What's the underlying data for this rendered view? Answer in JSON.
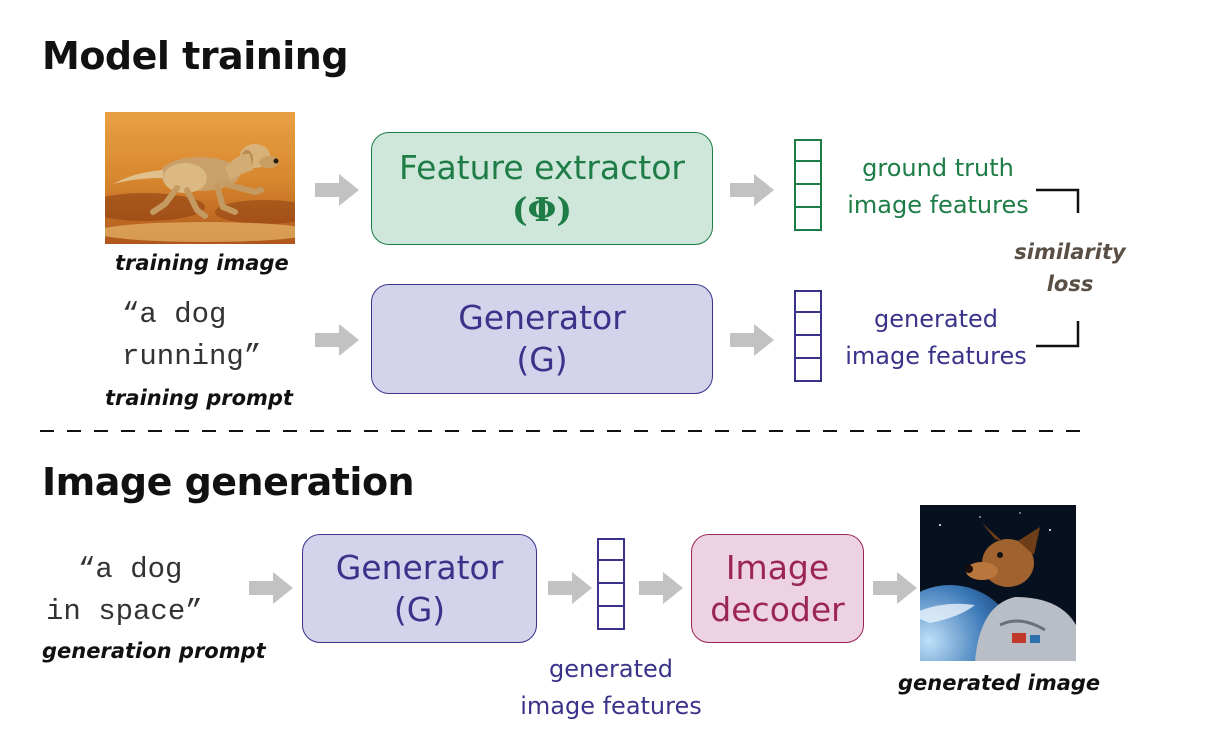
{
  "sections": {
    "training_title": "Model training",
    "generation_title": "Image generation"
  },
  "training": {
    "image_caption": "training image",
    "image_icon": "running-dog-photo",
    "prompt_line1": "“a dog",
    "prompt_line2": "running”",
    "prompt_caption": "training prompt",
    "feature_extractor": {
      "line1": "Feature extractor",
      "line2": "(Φ)"
    },
    "generator": {
      "line1": "Generator",
      "line2": "(G)"
    },
    "gt_features": {
      "line1": "ground truth",
      "line2": "image features"
    },
    "gen_features": {
      "line1": "generated",
      "line2": "image features"
    },
    "loss": {
      "line1": "similarity",
      "line2": "loss"
    }
  },
  "generation": {
    "prompt_line1": "“a dog",
    "prompt_line2": "in space”",
    "prompt_caption": "generation prompt",
    "generator": {
      "line1": "Generator",
      "line2": "(G)"
    },
    "features": {
      "line1": "generated",
      "line2": "image features"
    },
    "decoder": {
      "line1": "Image",
      "line2": "decoder"
    },
    "image_caption": "generated image",
    "image_icon": "astronaut-dog-photo"
  },
  "colors": {
    "feature_green": "#1e7d47",
    "generator_purple": "#3b338a",
    "decoder_magenta": "#9b2557",
    "arrow_gray": "#c2c2c2"
  }
}
